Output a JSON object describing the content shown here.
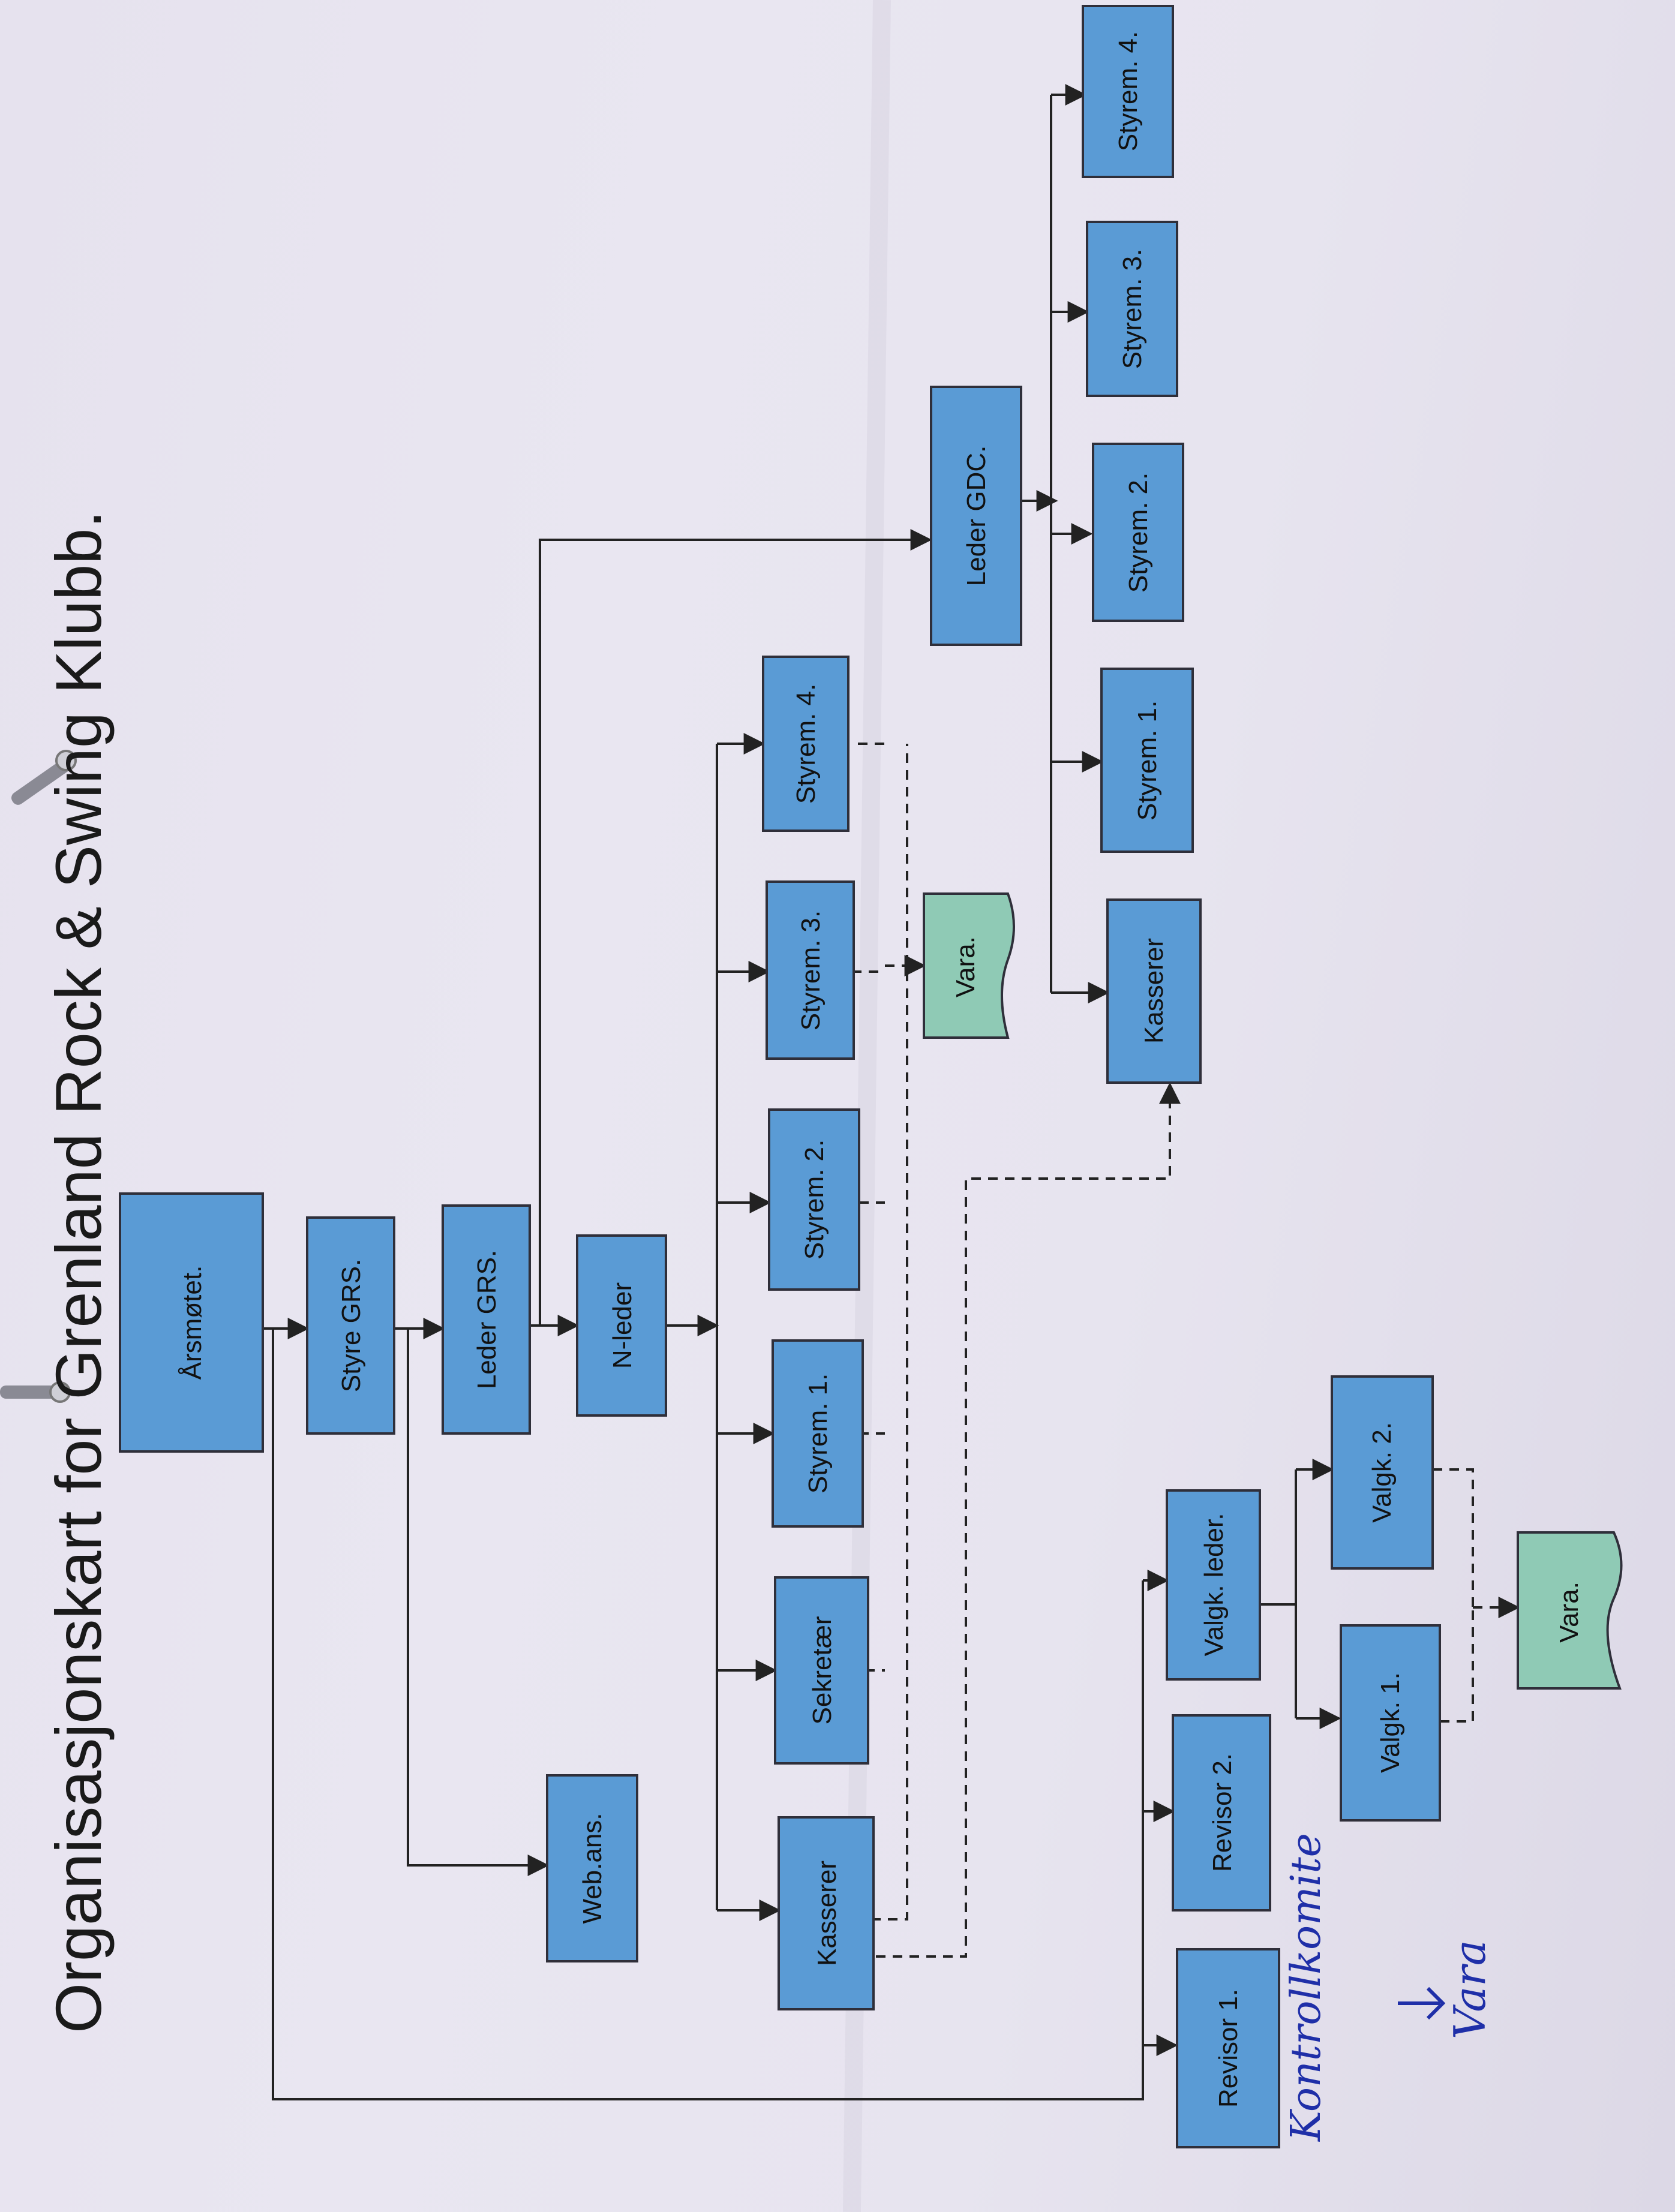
{
  "title": "Organisasjonskart for Grenland Rock & Swing Klubb.",
  "colors": {
    "box_fill": "#5a9bd5",
    "box_stroke": "#2f2f3a",
    "vara_fill": "#8fcab5",
    "line": "#222222",
    "handwriting": "#1f2fa8"
  },
  "boxes": {
    "arsmotet": "Årsmøtet.",
    "styre_grs": "Styre GRS.",
    "leder_grs": "Leder GRS.",
    "n_leder": "N-leder",
    "web_ans": "Web.ans.",
    "kasserer_grs": "Kasserer",
    "sekretaer": "Sekretær",
    "styrem_1": "Styrem. 1.",
    "styrem_2": "Styrem. 2.",
    "styrem_3": "Styrem. 3.",
    "styrem_4": "Styrem. 4.",
    "vara_grs": "Vara.",
    "leder_gdc": "Leder GDC.",
    "kasserer_gdc": "Kasserer",
    "gdc_styrem_1": "Styrem. 1.",
    "gdc_styrem_2": "Styrem. 2.",
    "gdc_styrem_3": "Styrem. 3.",
    "gdc_styrem_4": "Styrem. 4.",
    "revisor_1": "Revisor 1.",
    "revisor_2": "Revisor 2.",
    "valgk_leder": "Valgk. leder.",
    "valgk_1": "Valgk. 1.",
    "valgk_2": "Valgk. 2.",
    "vara_valgk": "Vara."
  },
  "handwritten_notes": [
    "Kontrollkomite",
    "Vara"
  ]
}
